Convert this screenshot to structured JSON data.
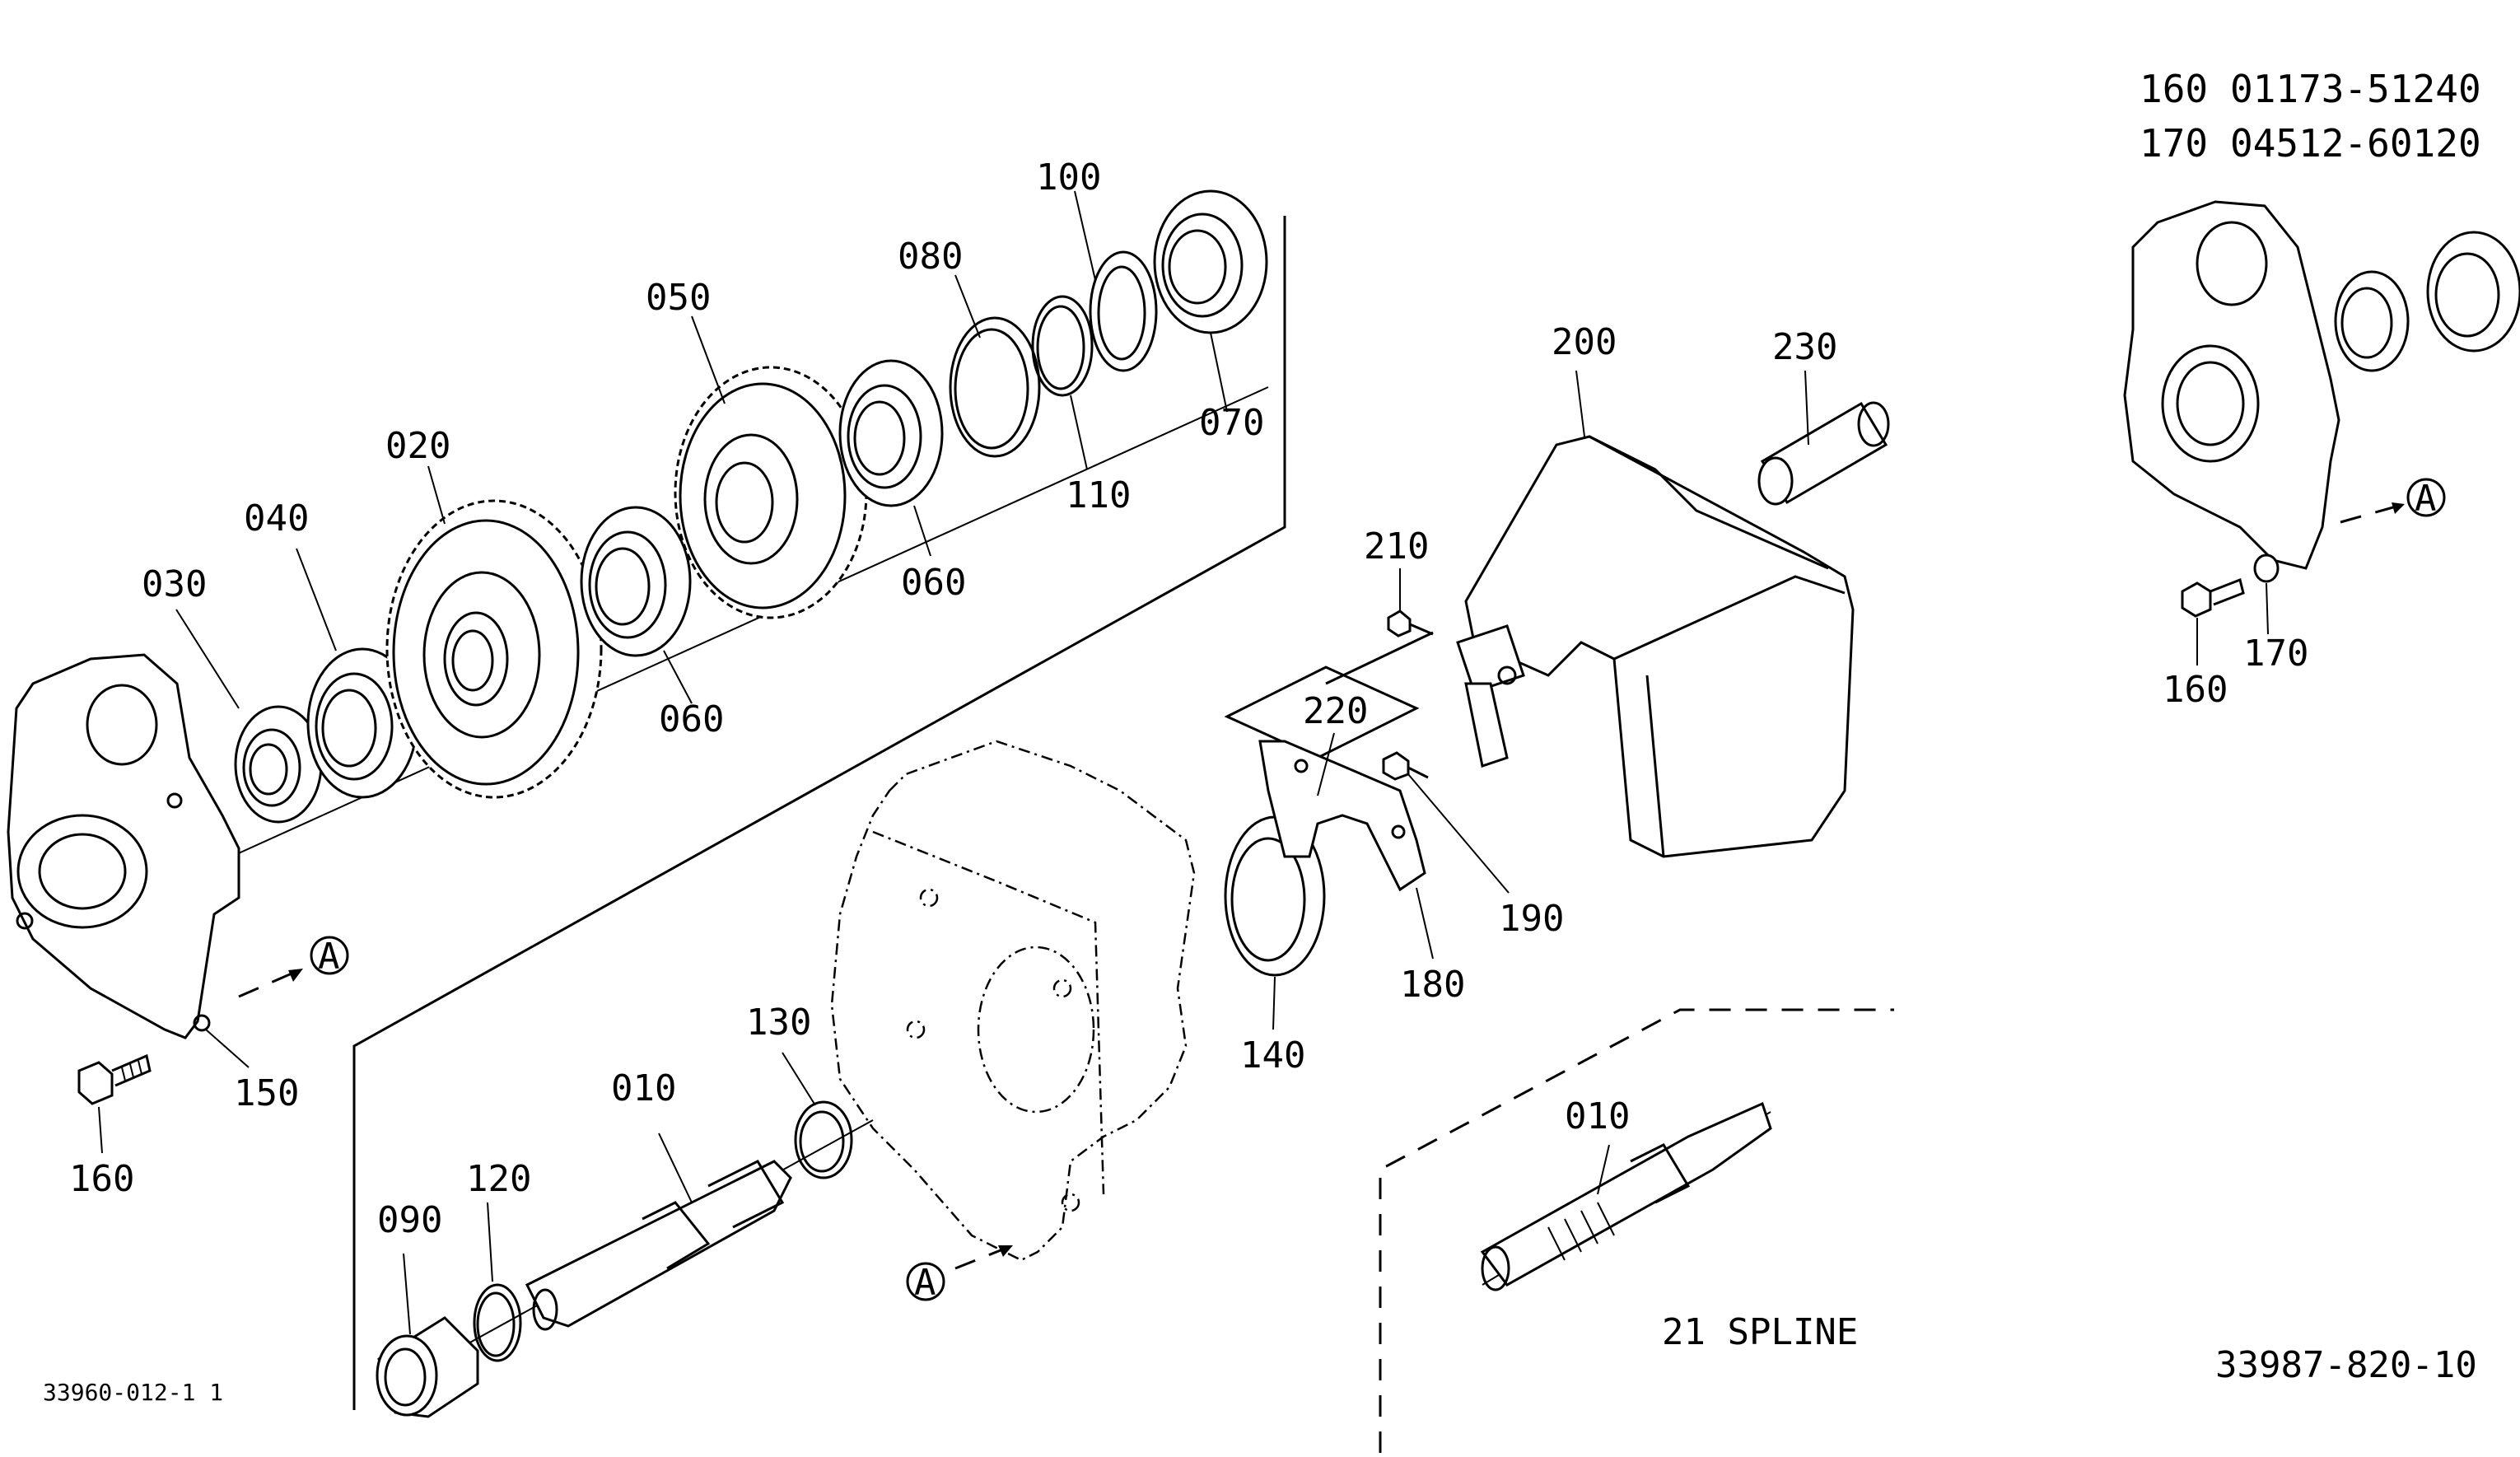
{
  "diagram": {
    "drawing_number_left": "33960-012-1 1",
    "drawing_number_right": "33987-820-10",
    "spline_note": "21 SPLINE",
    "reference_marker": "A",
    "parts_legend": [
      {
        "ref": "160",
        "part_no": "01173-51240"
      },
      {
        "ref": "170",
        "part_no": "04512-60120"
      }
    ],
    "callouts": {
      "c010": "010",
      "c010b": "010",
      "c020": "020",
      "c030": "030",
      "c040": "040",
      "c050": "050",
      "c060a": "060",
      "c060b": "060",
      "c070": "070",
      "c080": "080",
      "c090": "090",
      "c100": "100",
      "c110": "110",
      "c120": "120",
      "c130": "130",
      "c140": "140",
      "c150": "150",
      "c160a": "160",
      "c160b": "160",
      "c170": "170",
      "c180": "180",
      "c190": "190",
      "c200": "200",
      "c210": "210",
      "c220": "220",
      "c230": "230"
    }
  }
}
